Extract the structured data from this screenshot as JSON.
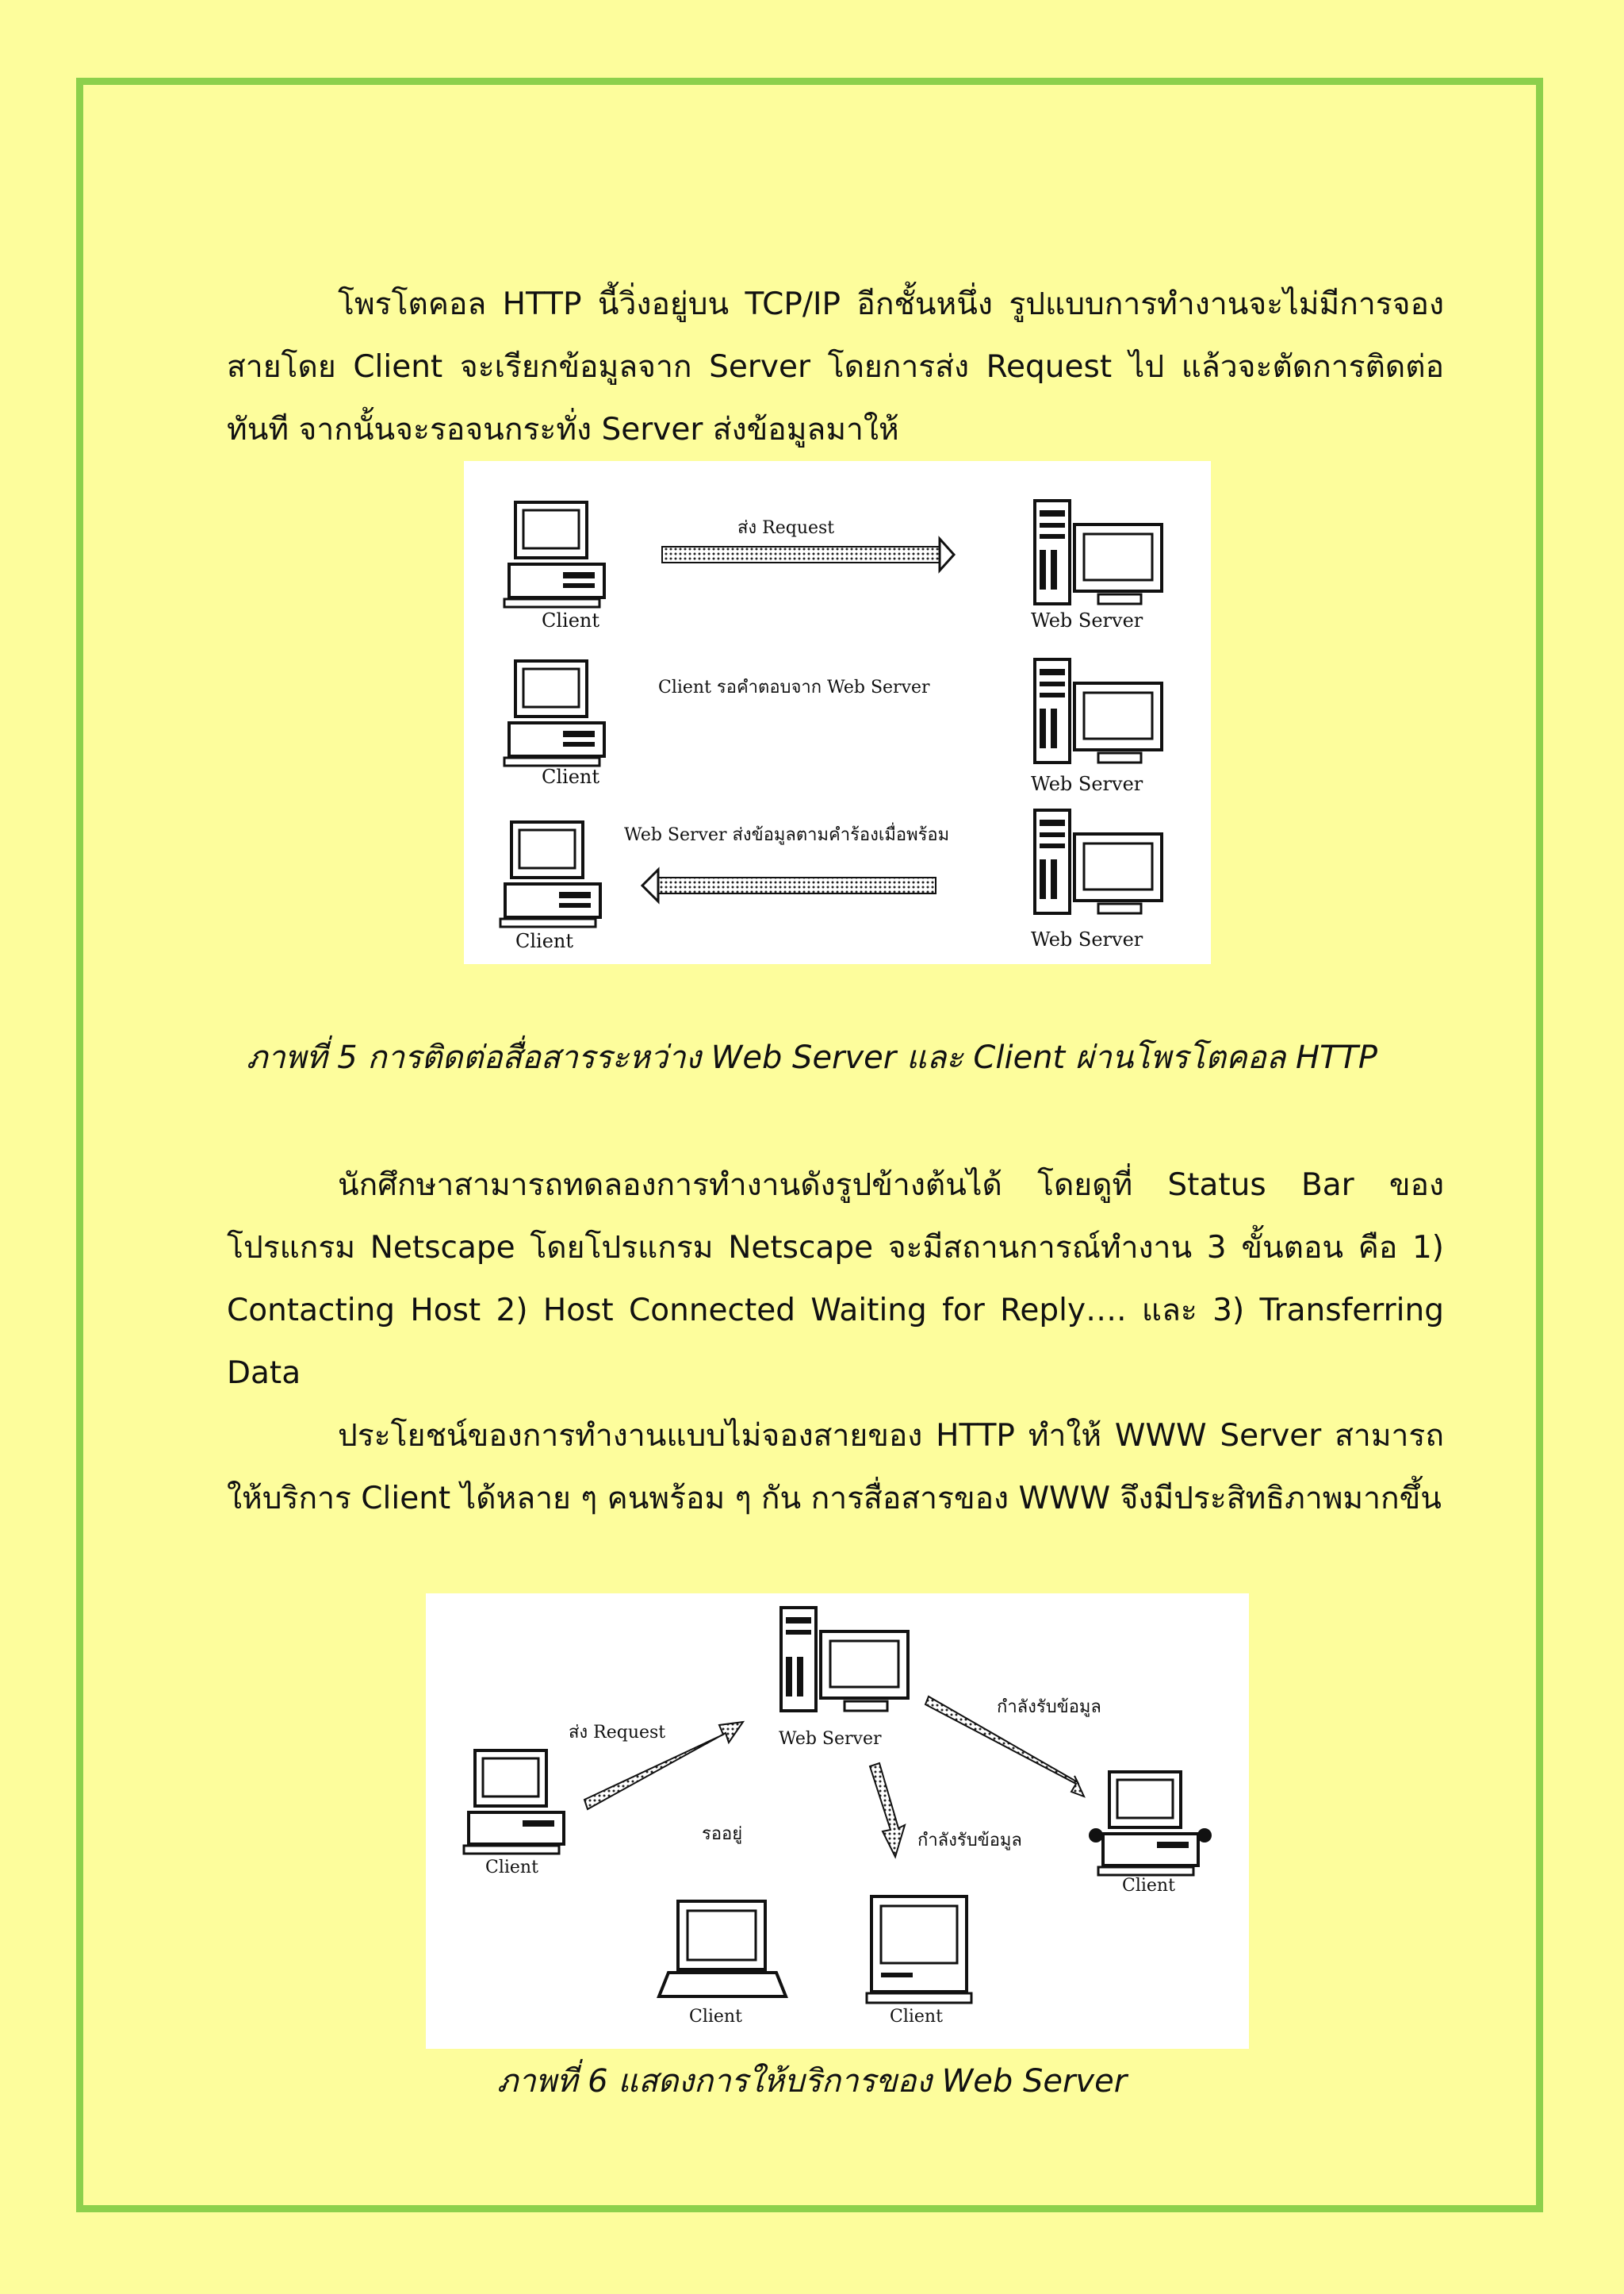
{
  "paragraphs": {
    "p1": "โพรโตคอล HTTP นี้วิ่งอยู่บน TCP/IP อีกชั้นหนึ่ง รูปแบบการทำงานจะไม่มีการจองสายโดย Client  จะเรียกข้อมูลจาก Server  โดยการส่ง Request  ไป แล้วจะตัดการติดต่อทันที จากนั้นจะรอจนกระทั่ง Server ส่งข้อมูลมาให้",
    "p2": "นักศึกษาสามารถทดลองการทำงานดังรูปข้างต้นได้ โดยดูที่ Status  Bar  ของโปรแกรม Netscape โดยโปรแกรม Netscape จะมีสถานการณ์ทำงาน 3 ขั้นตอน คือ 1) Contacting Host  2) Host Connected Waiting for Reply…. และ 3) Transferring Data",
    "p3": "ประโยชน์ของการทำงานแบบไม่จองสายของ HTTP   ทำให้ WWW   Server สามารถให้บริการ Client   ได้หลาย ๆ คนพร้อม ๆ กัน การสื่อสารของ WWW   จึงมีประสิทธิภาพมากขึ้น"
  },
  "figure5": {
    "caption": "ภาพที่  5  การติดต่อสื่อสารระหว่าง Web Server และ Client ผ่านโพรโตคอล HTTP",
    "client_label": "Client",
    "server_label": "Web Server",
    "row1_text": "ส่ง Request",
    "row2_text": "Client รอคำตอบจาก Web Server",
    "row3_text": "Web Server ส่งข้อมูลตามคำร้องเมื่อพร้อม"
  },
  "figure6": {
    "caption": "ภาพที่  6  แสดงการให้บริการของ Web Server",
    "server_label": "Web Server",
    "client_label": "Client",
    "request_text": "ส่ง Request",
    "receiving_text": "กำลังรับข้อมูล",
    "waiting_text": "รออยู่"
  }
}
